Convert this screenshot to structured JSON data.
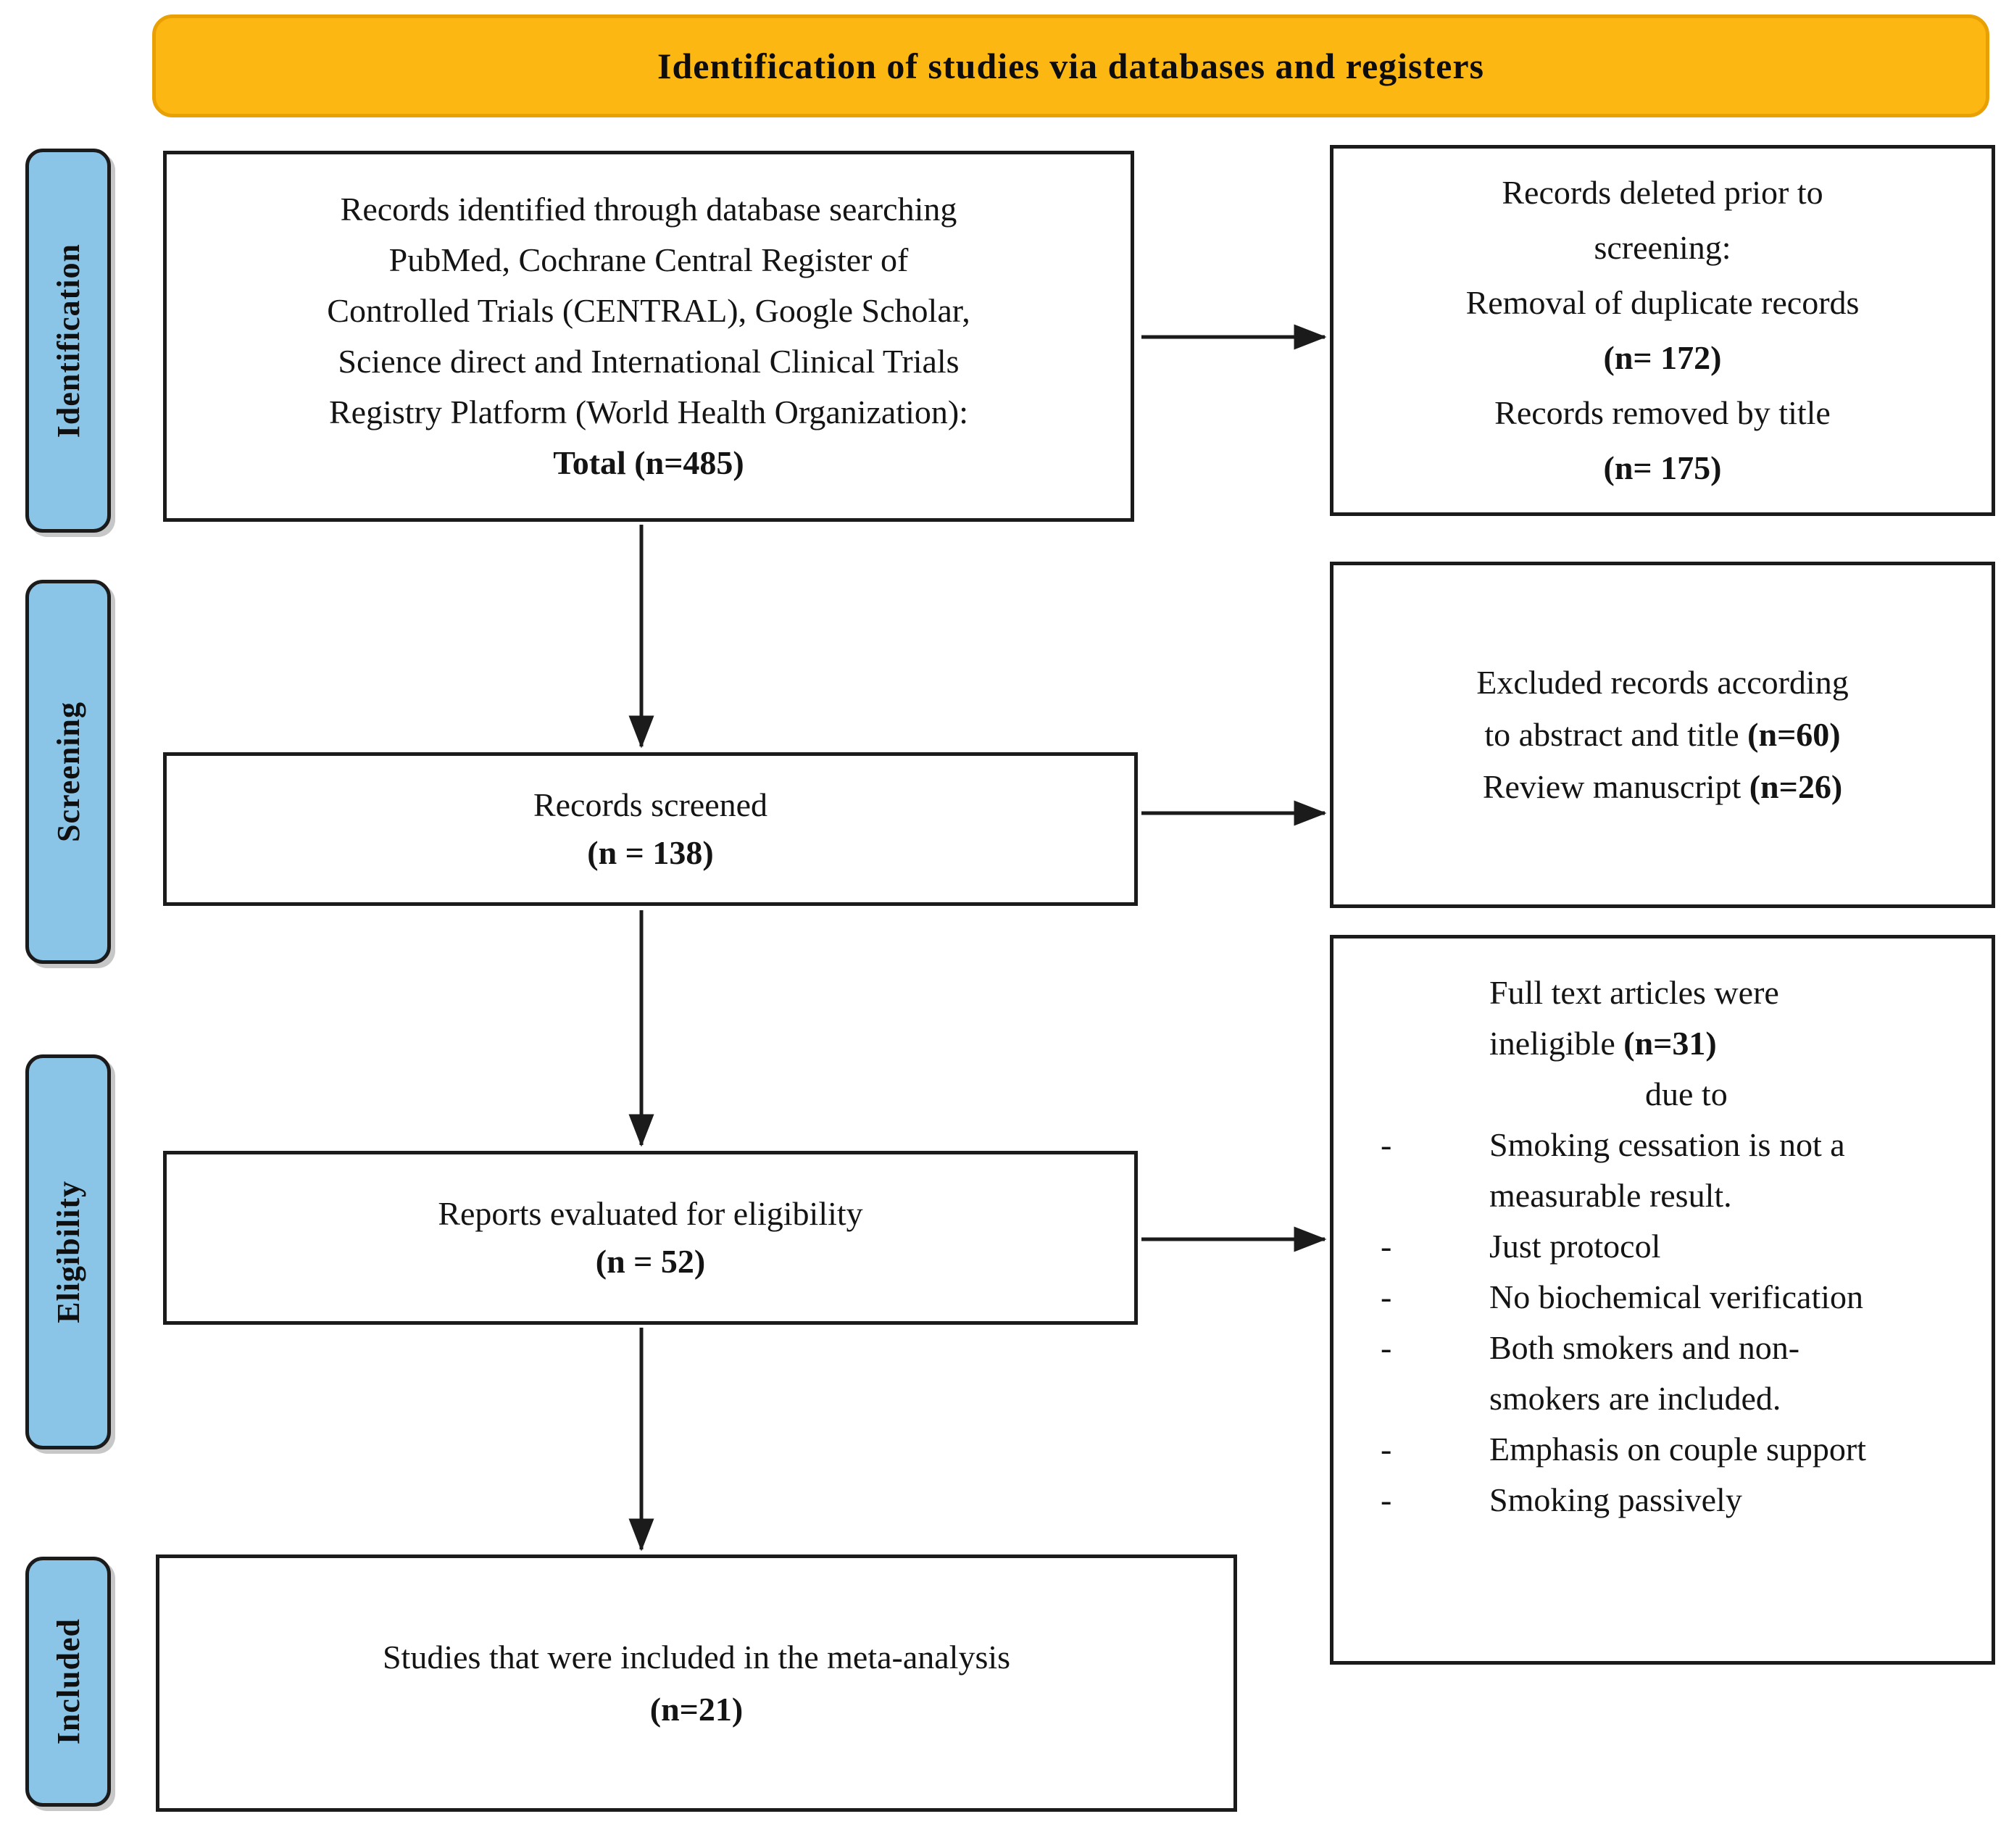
{
  "banner": {
    "title": "Identification of studies via databases and registers"
  },
  "stages": [
    {
      "label": "Identification"
    },
    {
      "label": "Screening"
    },
    {
      "label": "Eligibility"
    },
    {
      "label": "Included"
    }
  ],
  "boxes": {
    "identified": {
      "line1": "Records identified through database searching",
      "line2": "PubMed, Cochrane Central Register of",
      "line3": "Controlled Trials (CENTRAL), Google Scholar,",
      "line4": "Science direct and International Clinical Trials",
      "line5": "Registry Platform (World Health Organization):",
      "total": "Total (n=485)"
    },
    "deleted": {
      "line1": "Records deleted prior to",
      "line2": "screening:",
      "line3": "Removal of duplicate records",
      "count1": "(n= 172)",
      "line4": "Records removed by title",
      "count2": "(n= 175)"
    },
    "screened": {
      "line1": "Records screened",
      "count": "(n = 138)"
    },
    "excluded": {
      "line1": "Excluded records according",
      "line2_prefix": "to abstract and title ",
      "count1": "(n=60)",
      "line3_prefix": "Review manuscript ",
      "count2": "(n=26)"
    },
    "evaluated": {
      "line1": "Reports evaluated for eligibility",
      "count": "(n = 52)"
    },
    "ineligible": {
      "line1": "Full text articles were",
      "line2_prefix": "ineligible ",
      "count": "(n=31)",
      "line3": "due to",
      "bullet_marker": "-",
      "reasons": [
        "Smoking cessation is not a measurable result.",
        "Just protocol",
        "No biochemical verification",
        "Both smokers and non-smokers are included.",
        "Emphasis on couple support",
        "Smoking passively"
      ]
    },
    "included": {
      "line1": "Studies that were included in the meta-analysis",
      "count": "(n=21)"
    }
  },
  "colors": {
    "banner_bg": "#FCB713",
    "banner_border": "#E9A002",
    "stage_bg": "#8AC4E7",
    "box_border": "#1B1B1B"
  }
}
